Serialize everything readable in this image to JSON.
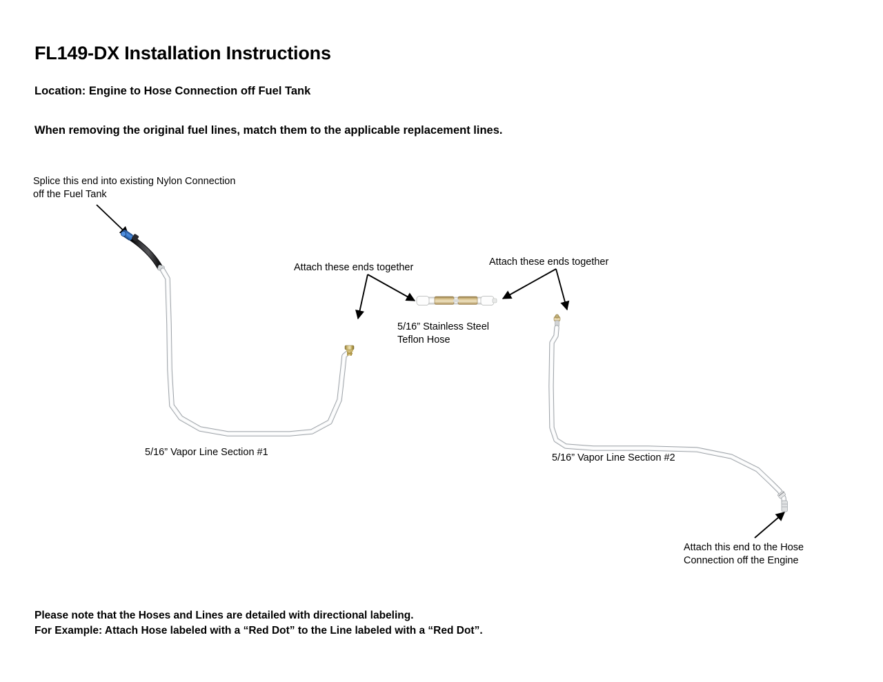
{
  "document": {
    "title": "FL149-DX Installation Instructions",
    "subtitle": "Location: Engine to Hose Connection off Fuel Tank",
    "instruction": "When removing the original fuel lines, match them to the applicable replacement lines."
  },
  "callouts": {
    "splice": {
      "line1": "Splice this end into existing Nylon Connection",
      "line2": "off the Fuel Tank"
    },
    "attach_left": "Attach these ends together",
    "attach_right": "Attach these ends together",
    "teflon_hose": {
      "line1": "5/16” Stainless Steel",
      "line2": "Teflon Hose"
    },
    "vapor_line_1": "5/16” Vapor Line Section #1",
    "vapor_line_2": "5/16” Vapor Line Section #2",
    "engine_end": {
      "line1": "Attach this end to the Hose",
      "line2": "Connection off the Engine"
    }
  },
  "footer": {
    "line1": "Please note that the Hoses and Lines are detailed with directional labeling.",
    "line2": "For Example: Attach Hose labeled with a “Red Dot” to the Line labeled with a “Red Dot”."
  },
  "parts": {
    "nylon_connector_color": "#2f6fc0",
    "rubber_hose_color": "#1a1a1a",
    "steel_line_color": "#e8e8e8",
    "steel_line_shade": "#b9bcc0",
    "brass_fitting_color": "#b9a14f",
    "teflon_hose_color": "#f2f2f0",
    "ferrule_color": "#c9ab72",
    "arrow_color": "#000000"
  }
}
